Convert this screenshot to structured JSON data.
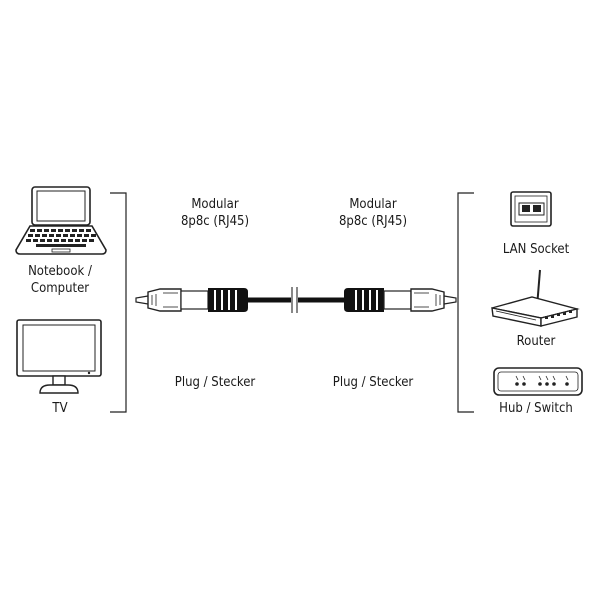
{
  "left_devices": [
    {
      "label_line1": "Notebook /",
      "label_line2": "Computer",
      "icon": "laptop-icon"
    },
    {
      "label": "TV",
      "icon": "tv-icon"
    }
  ],
  "connectors": [
    {
      "title_line1": "Modular",
      "title_line2": "8p8c (RJ45)",
      "caption": "Plug / Stecker",
      "icon": "rj45-plug-icon"
    },
    {
      "title_line1": "Modular",
      "title_line2": "8p8c (RJ45)",
      "caption": "Plug / Stecker",
      "icon": "rj45-plug-icon"
    }
  ],
  "right_devices": [
    {
      "label": "LAN Socket",
      "icon": "lan-socket-icon"
    },
    {
      "label": "Router",
      "icon": "router-icon"
    },
    {
      "label": "Hub / Switch",
      "icon": "switch-icon"
    }
  ]
}
